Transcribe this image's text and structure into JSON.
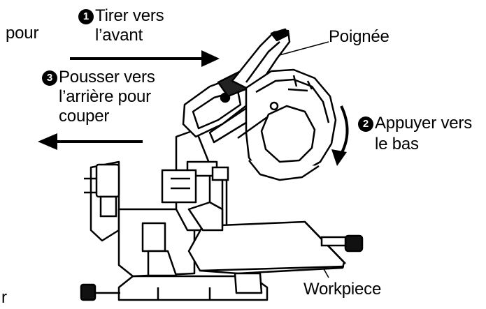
{
  "labels": {
    "fragment_left": "pour",
    "fragment_bottom": "r",
    "step1": {
      "number": "1",
      "line1": "Tirer vers",
      "line2": "l’avant"
    },
    "step2": {
      "number": "2",
      "line1": "Appuyer vers",
      "line2": "le bas"
    },
    "step3": {
      "number": "3",
      "line1": "Pousser vers",
      "line2": "l’arrière pour",
      "line3": "couper"
    },
    "handle": "Poignée",
    "workpiece": "Workpiece"
  },
  "icons": {
    "arrow_forward": "arrow-right-icon",
    "arrow_back": "arrow-left-icon",
    "arrow_down": "curved-arrow-down-icon"
  },
  "colors": {
    "ink": "#000000",
    "paper": "#ffffff"
  }
}
